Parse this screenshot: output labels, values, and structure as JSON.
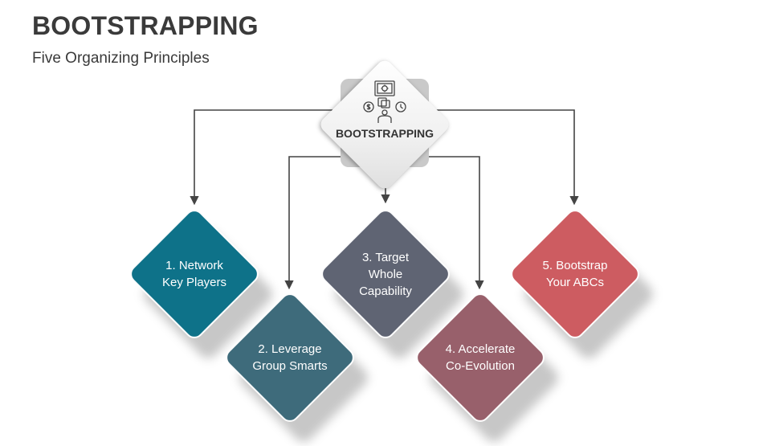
{
  "slide": {
    "title": "BOOTSTRAPPING",
    "subtitle": "Five Organizing Principles"
  },
  "center": {
    "label": "BOOTSTRAPPING",
    "icon": "person-gear-dollar-clock-icon"
  },
  "principles": [
    {
      "label": "1. Network\nKey Players",
      "color": "#0e7289"
    },
    {
      "label": "2. Leverage\nGroup Smarts",
      "color": "#3e6b7b"
    },
    {
      "label": "3. Target\nWhole\nCapability",
      "color": "#5f6473"
    },
    {
      "label": "4. Accelerate\nCo-Evolution",
      "color": "#98606b"
    },
    {
      "label": "5. Bootstrap\nYour ABCs",
      "color": "#cd5c61"
    }
  ],
  "colors": {
    "connector": "#444444",
    "title": "#3a3a3a"
  }
}
